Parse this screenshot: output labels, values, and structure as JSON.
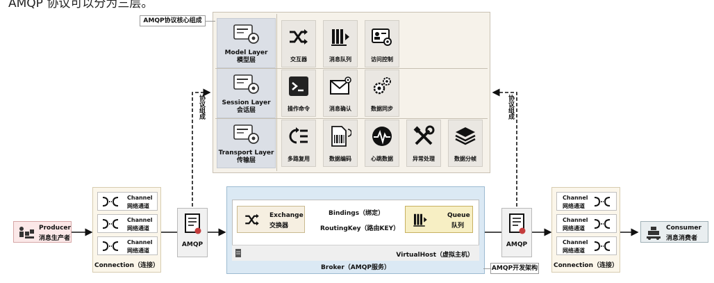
{
  "top_caption": "AMQP 协议可以分为三层。",
  "core": {
    "tag": "AMQP协议核心组成",
    "layers": [
      {
        "en": "Model Layer",
        "cn": "模型层",
        "items": [
          {
            "label": "交互器",
            "icon": "shuffle-icon"
          },
          {
            "label": "消息队列",
            "icon": "queue-icon"
          },
          {
            "label": "访问控制",
            "icon": "id-card-gear-icon"
          }
        ]
      },
      {
        "en": "Session Layer",
        "cn": "会话层",
        "items": [
          {
            "label": "操作命令",
            "icon": "terminal-icon"
          },
          {
            "label": "消息确认",
            "icon": "mail-gear-icon"
          },
          {
            "label": "数据同步",
            "icon": "gears-icon"
          }
        ]
      },
      {
        "en": "Transport Layer",
        "cn": "传输层",
        "items": [
          {
            "label": "多路复用",
            "icon": "multiplex-icon"
          },
          {
            "label": "数据编码",
            "icon": "barcode-doc-icon"
          },
          {
            "label": "心跳数据",
            "icon": "heartbeat-icon"
          },
          {
            "label": "异常处理",
            "icon": "tools-icon"
          },
          {
            "label": "数据分帧",
            "icon": "layers-icon"
          }
        ]
      }
    ]
  },
  "protocol_composition": "协议组成",
  "producer": {
    "en": "Producer",
    "cn": "消息生产者"
  },
  "consumer": {
    "en": "Consumer",
    "cn": "消息消费者"
  },
  "connection": {
    "title": "Connection（连接）",
    "channel_en": "Channel",
    "channel_cn": "网络通道"
  },
  "amqp_label": "AMQP",
  "broker": {
    "exchange_en": "Exchange",
    "exchange_cn": "交换器",
    "queue_en": "Queue",
    "queue_cn": "队列",
    "bindings": "Bindings（绑定）",
    "routing_key": "RoutingKey（路由KEY）",
    "vhost": "VirtualHost（虚拟主机）",
    "title": "Broker（AMQP服务）"
  },
  "dev_tag": "AMQP开发架构",
  "colors": {
    "core_bg": "#f6f2ea",
    "broker_bg": "#dbe9f4",
    "producer_bg": "#fbe8e8",
    "queue_bg": "#f7efc4"
  }
}
